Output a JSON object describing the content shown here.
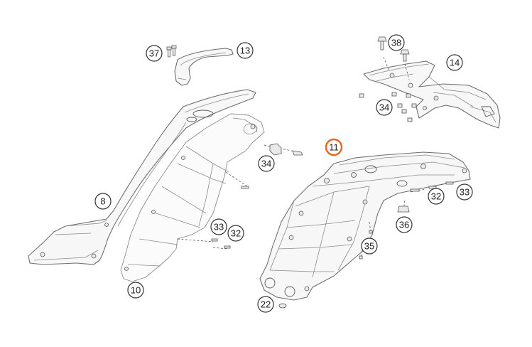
{
  "accent_color": "#e06a1a",
  "callouts": [
    {
      "id": "c37",
      "label": "37"
    },
    {
      "id": "c13",
      "label": "13"
    },
    {
      "id": "c38",
      "label": "38"
    },
    {
      "id": "c14",
      "label": "14"
    },
    {
      "id": "c34a",
      "label": "34"
    },
    {
      "id": "c11",
      "label": "11",
      "highlighted": true
    },
    {
      "id": "c34b",
      "label": "34"
    },
    {
      "id": "c8",
      "label": "8"
    },
    {
      "id": "c33a",
      "label": "33"
    },
    {
      "id": "c32a",
      "label": "32"
    },
    {
      "id": "c10",
      "label": "10"
    },
    {
      "id": "c32b",
      "label": "32"
    },
    {
      "id": "c33b",
      "label": "33"
    },
    {
      "id": "c36",
      "label": "36"
    },
    {
      "id": "c35",
      "label": "35"
    },
    {
      "id": "c22",
      "label": "22"
    }
  ]
}
